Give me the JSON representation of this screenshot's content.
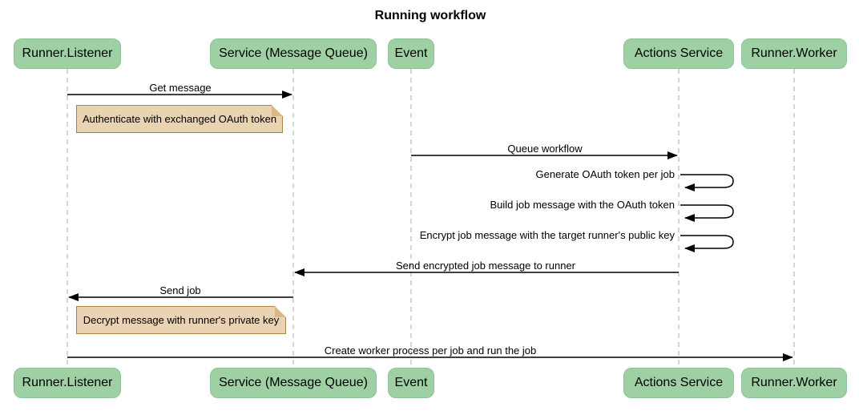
{
  "title": "Running workflow",
  "diagram_type": "sequence-diagram",
  "participants": [
    {
      "label": "Runner.Listener"
    },
    {
      "label": "Service (Message Queue)"
    },
    {
      "label": "Event"
    },
    {
      "label": "Actions Service"
    },
    {
      "label": "Runner.Worker"
    }
  ],
  "messages": [
    {
      "label": "Get message",
      "from": "Runner.Listener",
      "to": "Service (Message Queue)",
      "type": "arrow"
    },
    {
      "label": "Queue workflow",
      "from": "Event",
      "to": "Actions Service",
      "type": "arrow"
    },
    {
      "label": "Generate OAuth token per job",
      "from": "Actions Service",
      "to": "Actions Service",
      "type": "self"
    },
    {
      "label": "Build job message with the OAuth token",
      "from": "Actions Service",
      "to": "Actions Service",
      "type": "self"
    },
    {
      "label": "Encrypt job message with the target runner's public key",
      "from": "Actions Service",
      "to": "Actions Service",
      "type": "self"
    },
    {
      "label": "Send encrypted job message to runner",
      "from": "Actions Service",
      "to": "Service (Message Queue)",
      "type": "arrow"
    },
    {
      "label": "Send job",
      "from": "Service (Message Queue)",
      "to": "Runner.Listener",
      "type": "arrow"
    },
    {
      "label": "Create worker process per job and run the job",
      "from": "Runner.Listener",
      "to": "Runner.Worker",
      "type": "arrow"
    }
  ],
  "notes": [
    {
      "text": "Authenticate with exchanged OAuth token",
      "anchor": "Runner.Listener"
    },
    {
      "text": "Decrypt message with runner's private key",
      "anchor": "Runner.Listener"
    }
  ],
  "colors": {
    "background": "#FFFFFF",
    "actor_fill": "#9ED0A4",
    "actor_border": "#8FC297",
    "note_fill": "#EAD3B3",
    "note_border": "#A8834C",
    "lifeline": "#ABABAB",
    "arrow": "#000000",
    "text": "#000000"
  }
}
